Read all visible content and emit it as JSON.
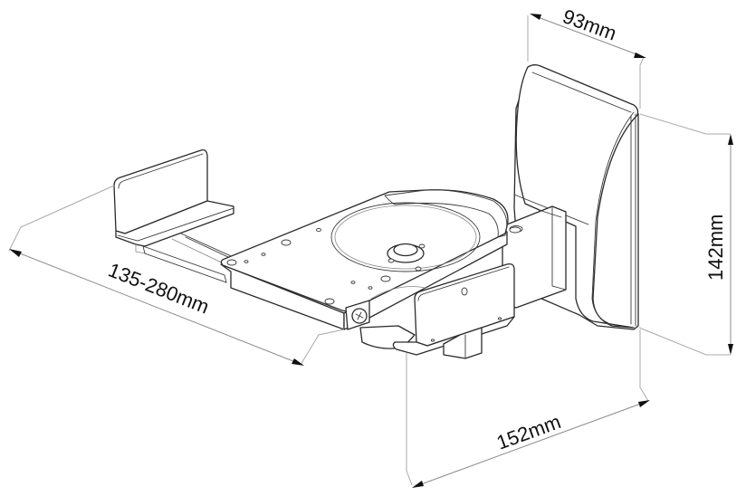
{
  "figure": {
    "subject": "Swivel speaker wall mount bracket",
    "background_color": "#ffffff",
    "line_color": "#2b2b2b",
    "dimension_line_color": "#8c8c8c"
  },
  "dimensions": {
    "depth": {
      "label": "93mm"
    },
    "height": {
      "label": "142mm"
    },
    "width_adjustable": {
      "label": "135-280mm"
    },
    "arm_length": {
      "label": "152mm"
    }
  }
}
